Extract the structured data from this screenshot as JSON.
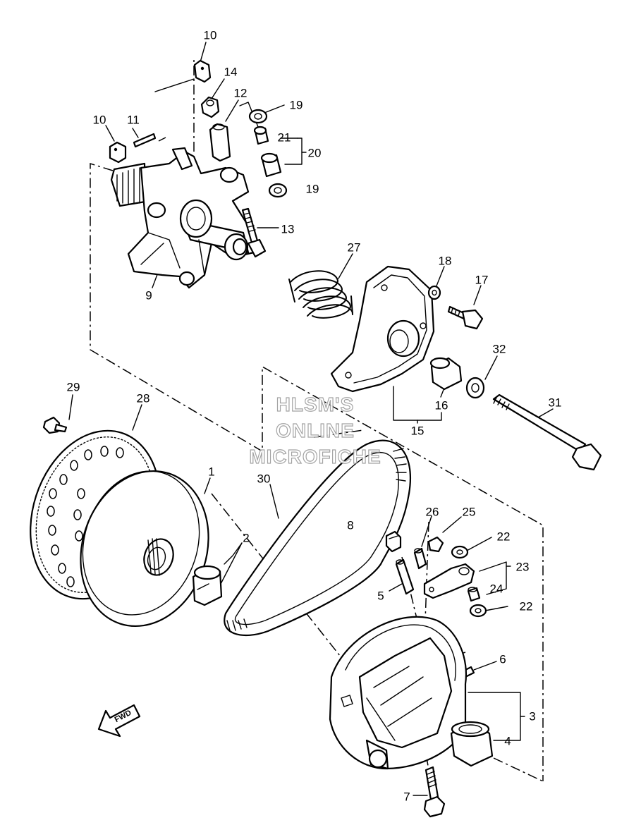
{
  "watermark": [
    "HLSM'S",
    "ONLINE",
    "MICROFICHE"
  ],
  "direction_label": "FWD",
  "callouts": [
    {
      "id": "c1",
      "text": "1"
    },
    {
      "id": "c2",
      "text": "2"
    },
    {
      "id": "c3",
      "text": "3"
    },
    {
      "id": "c4",
      "text": "4"
    },
    {
      "id": "c5",
      "text": "5"
    },
    {
      "id": "c6",
      "text": "6"
    },
    {
      "id": "c7",
      "text": "7"
    },
    {
      "id": "c8",
      "text": "8"
    },
    {
      "id": "c9",
      "text": "9"
    },
    {
      "id": "c10a",
      "text": "10"
    },
    {
      "id": "c10b",
      "text": "10"
    },
    {
      "id": "c11",
      "text": "11"
    },
    {
      "id": "c12",
      "text": "12"
    },
    {
      "id": "c13",
      "text": "13"
    },
    {
      "id": "c14",
      "text": "14"
    },
    {
      "id": "c15",
      "text": "15"
    },
    {
      "id": "c16",
      "text": "16"
    },
    {
      "id": "c17",
      "text": "17"
    },
    {
      "id": "c18",
      "text": "18"
    },
    {
      "id": "c19a",
      "text": "19"
    },
    {
      "id": "c19b",
      "text": "19"
    },
    {
      "id": "c20",
      "text": "20"
    },
    {
      "id": "c21",
      "text": "21"
    },
    {
      "id": "c22a",
      "text": "22"
    },
    {
      "id": "c22b",
      "text": "22"
    },
    {
      "id": "c23",
      "text": "23"
    },
    {
      "id": "c24",
      "text": "24"
    },
    {
      "id": "c25",
      "text": "25"
    },
    {
      "id": "c26",
      "text": "26"
    },
    {
      "id": "c27",
      "text": "27"
    },
    {
      "id": "c28",
      "text": "28"
    },
    {
      "id": "c29",
      "text": "29"
    },
    {
      "id": "c30",
      "text": "30"
    },
    {
      "id": "c31",
      "text": "31"
    },
    {
      "id": "c32",
      "text": "32"
    }
  ]
}
